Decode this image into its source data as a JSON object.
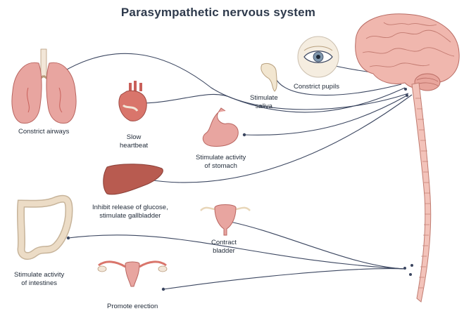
{
  "title": "Parasympathetic nervous system",
  "labels": {
    "airways": "Constrict airways",
    "heart_1": "Slow",
    "heart_2": "heartbeat",
    "saliva_1": "Stimulate",
    "saliva_2": "saliva",
    "pupils": "Constrict pupils",
    "stomach_1": "Stimulate activity",
    "stomach_2": "of stomach",
    "liver_1": "Inhibit release of glucose,",
    "liver_2": "stimulate gallbladder",
    "bladder_1": "Contract",
    "bladder_2": "bladder",
    "intestines_1": "Stimulate activity",
    "intestines_2": "of intestines",
    "erection": "Promote erection"
  },
  "colors": {
    "nerve": "#3b4660",
    "organ_pink": "#e8a5a0",
    "organ_red": "#c9605a",
    "brain": "#f0b7ae",
    "spine": "#f3c3ba",
    "liver": "#b85b50",
    "intestine": "#ecdcc6",
    "title": "#2e3a4c"
  }
}
